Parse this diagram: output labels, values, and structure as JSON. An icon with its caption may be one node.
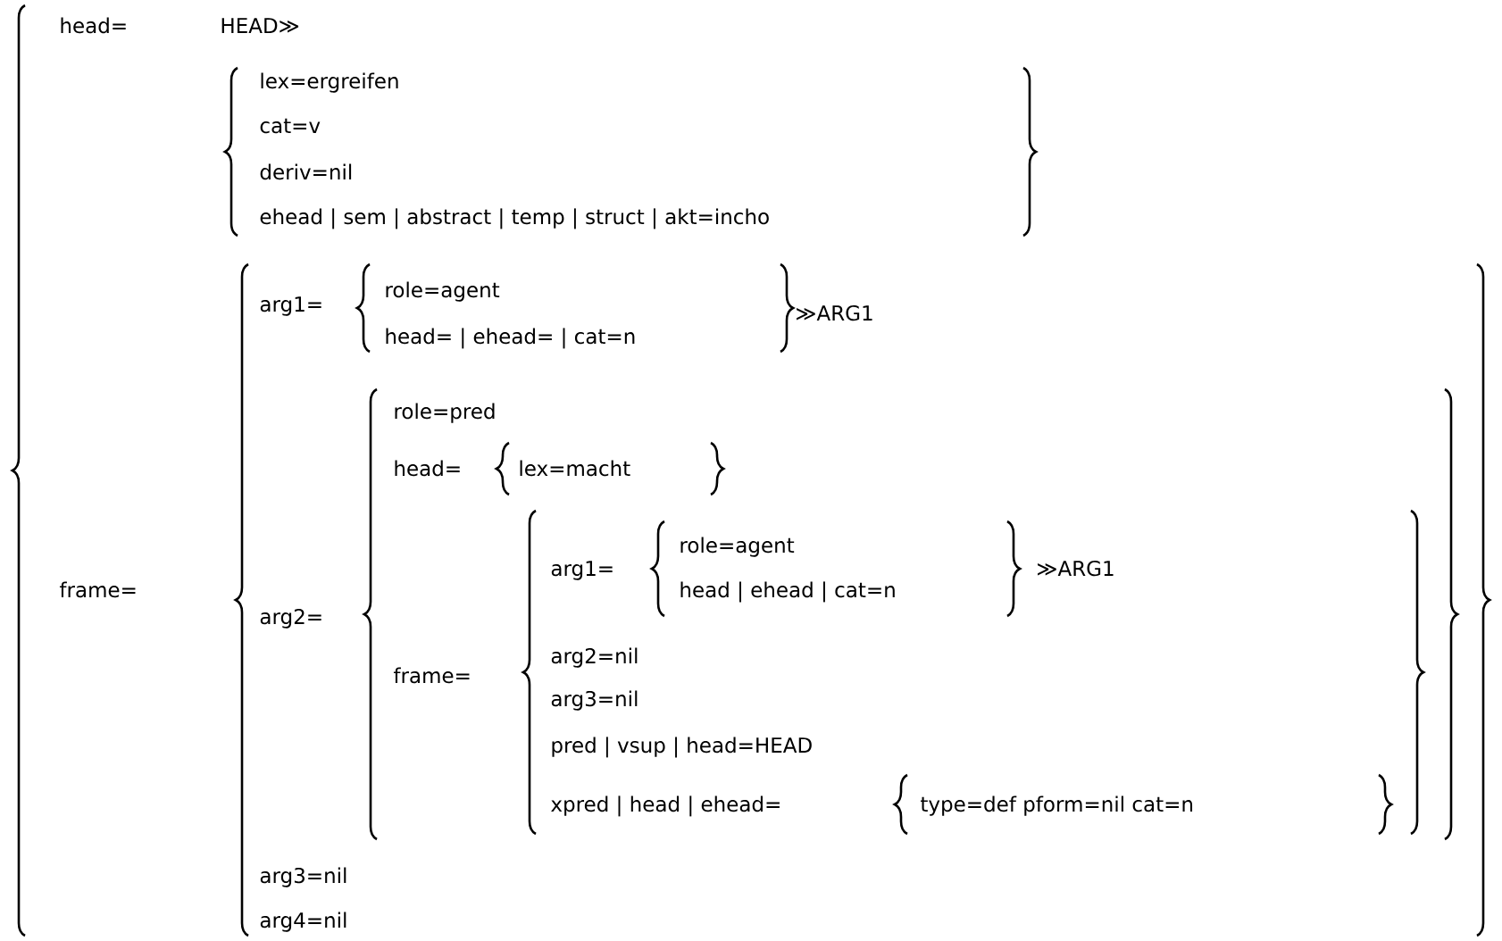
{
  "diagram": {
    "labels": [
      "head=",
      "HEAD≫",
      "lex=ergreifen",
      "cat=v",
      "deriv=nil",
      "ehead | sem | abstract | temp | struct | akt=incho",
      "frame=",
      "arg1=",
      "role=agent",
      "head= | ehead= | cat=n",
      "≫ARG1",
      "arg2=",
      "role=pred",
      "head=",
      "lex=macht",
      "frame=",
      "arg1=",
      "role=agent",
      "head | ehead | cat=n",
      "≫ARG1",
      "arg2=nil",
      "arg3=nil",
      "pred | vsup | head=HEAD",
      "xpred | head | ehead=",
      "type=def pform=nil cat=n",
      "arg3=nil",
      "arg4=nil"
    ]
  }
}
